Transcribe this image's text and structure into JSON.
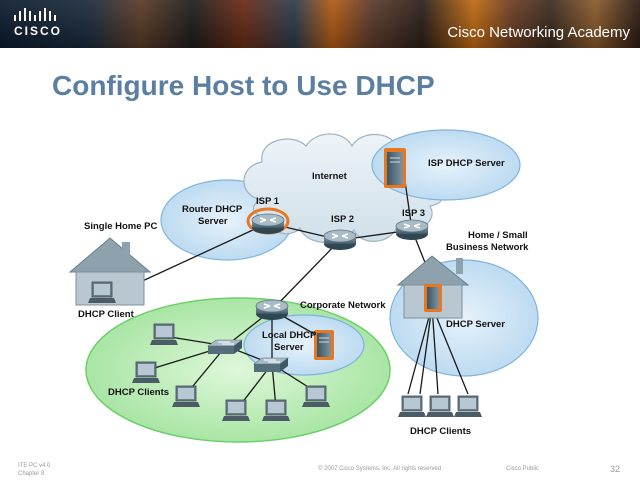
{
  "header": {
    "logo_text": "CISCO",
    "academy": "Cisco Networking Academy"
  },
  "slide": {
    "title": "Configure Host to Use DHCP"
  },
  "diagram": {
    "internet": "Internet",
    "isp_dhcp_server": "ISP DHCP Server",
    "router_dhcp_server": [
      "Router DHCP",
      "Server"
    ],
    "isp1": "ISP 1",
    "isp2": "ISP 2",
    "isp3": "ISP 3",
    "single_home_pc": "Single Home PC",
    "home_small_business": [
      "Home / Small",
      "Business Network"
    ],
    "dhcp_client": "DHCP Client",
    "corporate_network": "Corporate Network",
    "local_dhcp_server": [
      "Local DHCP",
      "Server"
    ],
    "dhcp_clients_left": "DHCP Clients",
    "dhcp_server": "DHCP Server",
    "dhcp_clients_right": "DHCP Clients"
  },
  "footer": {
    "line1": "ITE PC v4.0",
    "line2": "Chapter 8",
    "copyright": "© 2007 Cisco Systems, Inc. All rights reserved.",
    "public": "Cisco Public",
    "page": "32"
  },
  "colors": {
    "title": "#5b7fa3",
    "zone_blue": "#c9e2f5",
    "zone_green": "#b8eeb2",
    "server_orange": "#e87722",
    "cloud": "#d9e6ee"
  },
  "icons": [
    "router-icon",
    "switch-icon",
    "server-icon",
    "pc-icon",
    "house-icon",
    "cloud-icon"
  ]
}
